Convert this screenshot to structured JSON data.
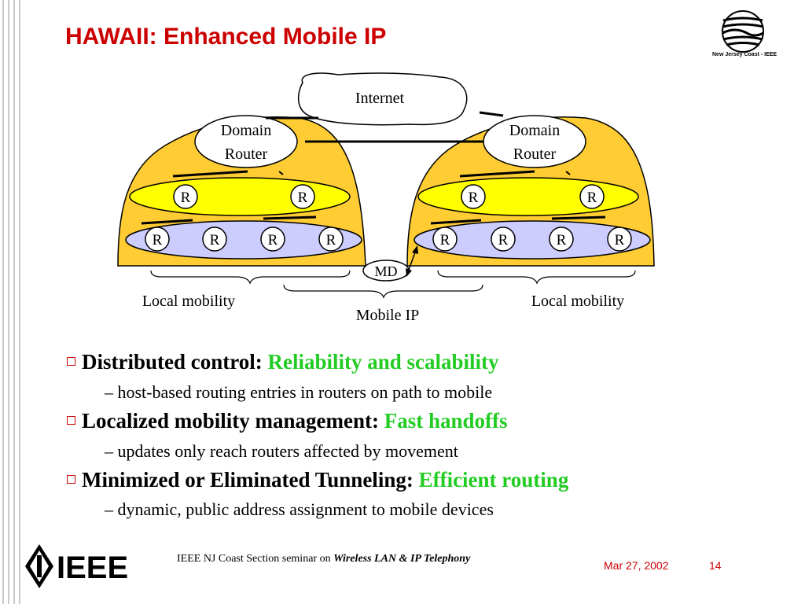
{
  "slide": {
    "title": "HAWAII: Enhanced Mobile IP"
  },
  "diagram": {
    "internet_label": "Internet",
    "domain_router_line1": "Domain",
    "domain_router_line2": "Router",
    "router_label": "R",
    "md_label": "MD",
    "local_mobility_label": "Local mobility",
    "mobile_ip_label": "Mobile IP",
    "colors": {
      "domain_fill": "#ffcc33",
      "upper_ring": "#ffff00",
      "lower_ring": "#ccccff"
    }
  },
  "bullets": [
    {
      "text": "Distributed control:",
      "highlight": "Reliability and scalability",
      "sub": "– host-based routing entries in routers on path to mobile"
    },
    {
      "text": "Localized mobility management:",
      "highlight": "Fast handoffs",
      "sub": "– updates only reach routers affected by movement"
    },
    {
      "text": "Minimized or Eliminated Tunneling:",
      "highlight": "Efficient routing",
      "sub": "– dynamic, public address assignment to mobile devices"
    }
  ],
  "footer": {
    "seminar_prefix": "IEEE NJ Coast Section seminar on",
    "seminar_topic": "Wireless LAN & IP Telephony",
    "date": "Mar 27, 2002",
    "page": "14",
    "ieee_logo": "IEEE",
    "njc_logo": "New Jersey Coast - IEEE"
  }
}
